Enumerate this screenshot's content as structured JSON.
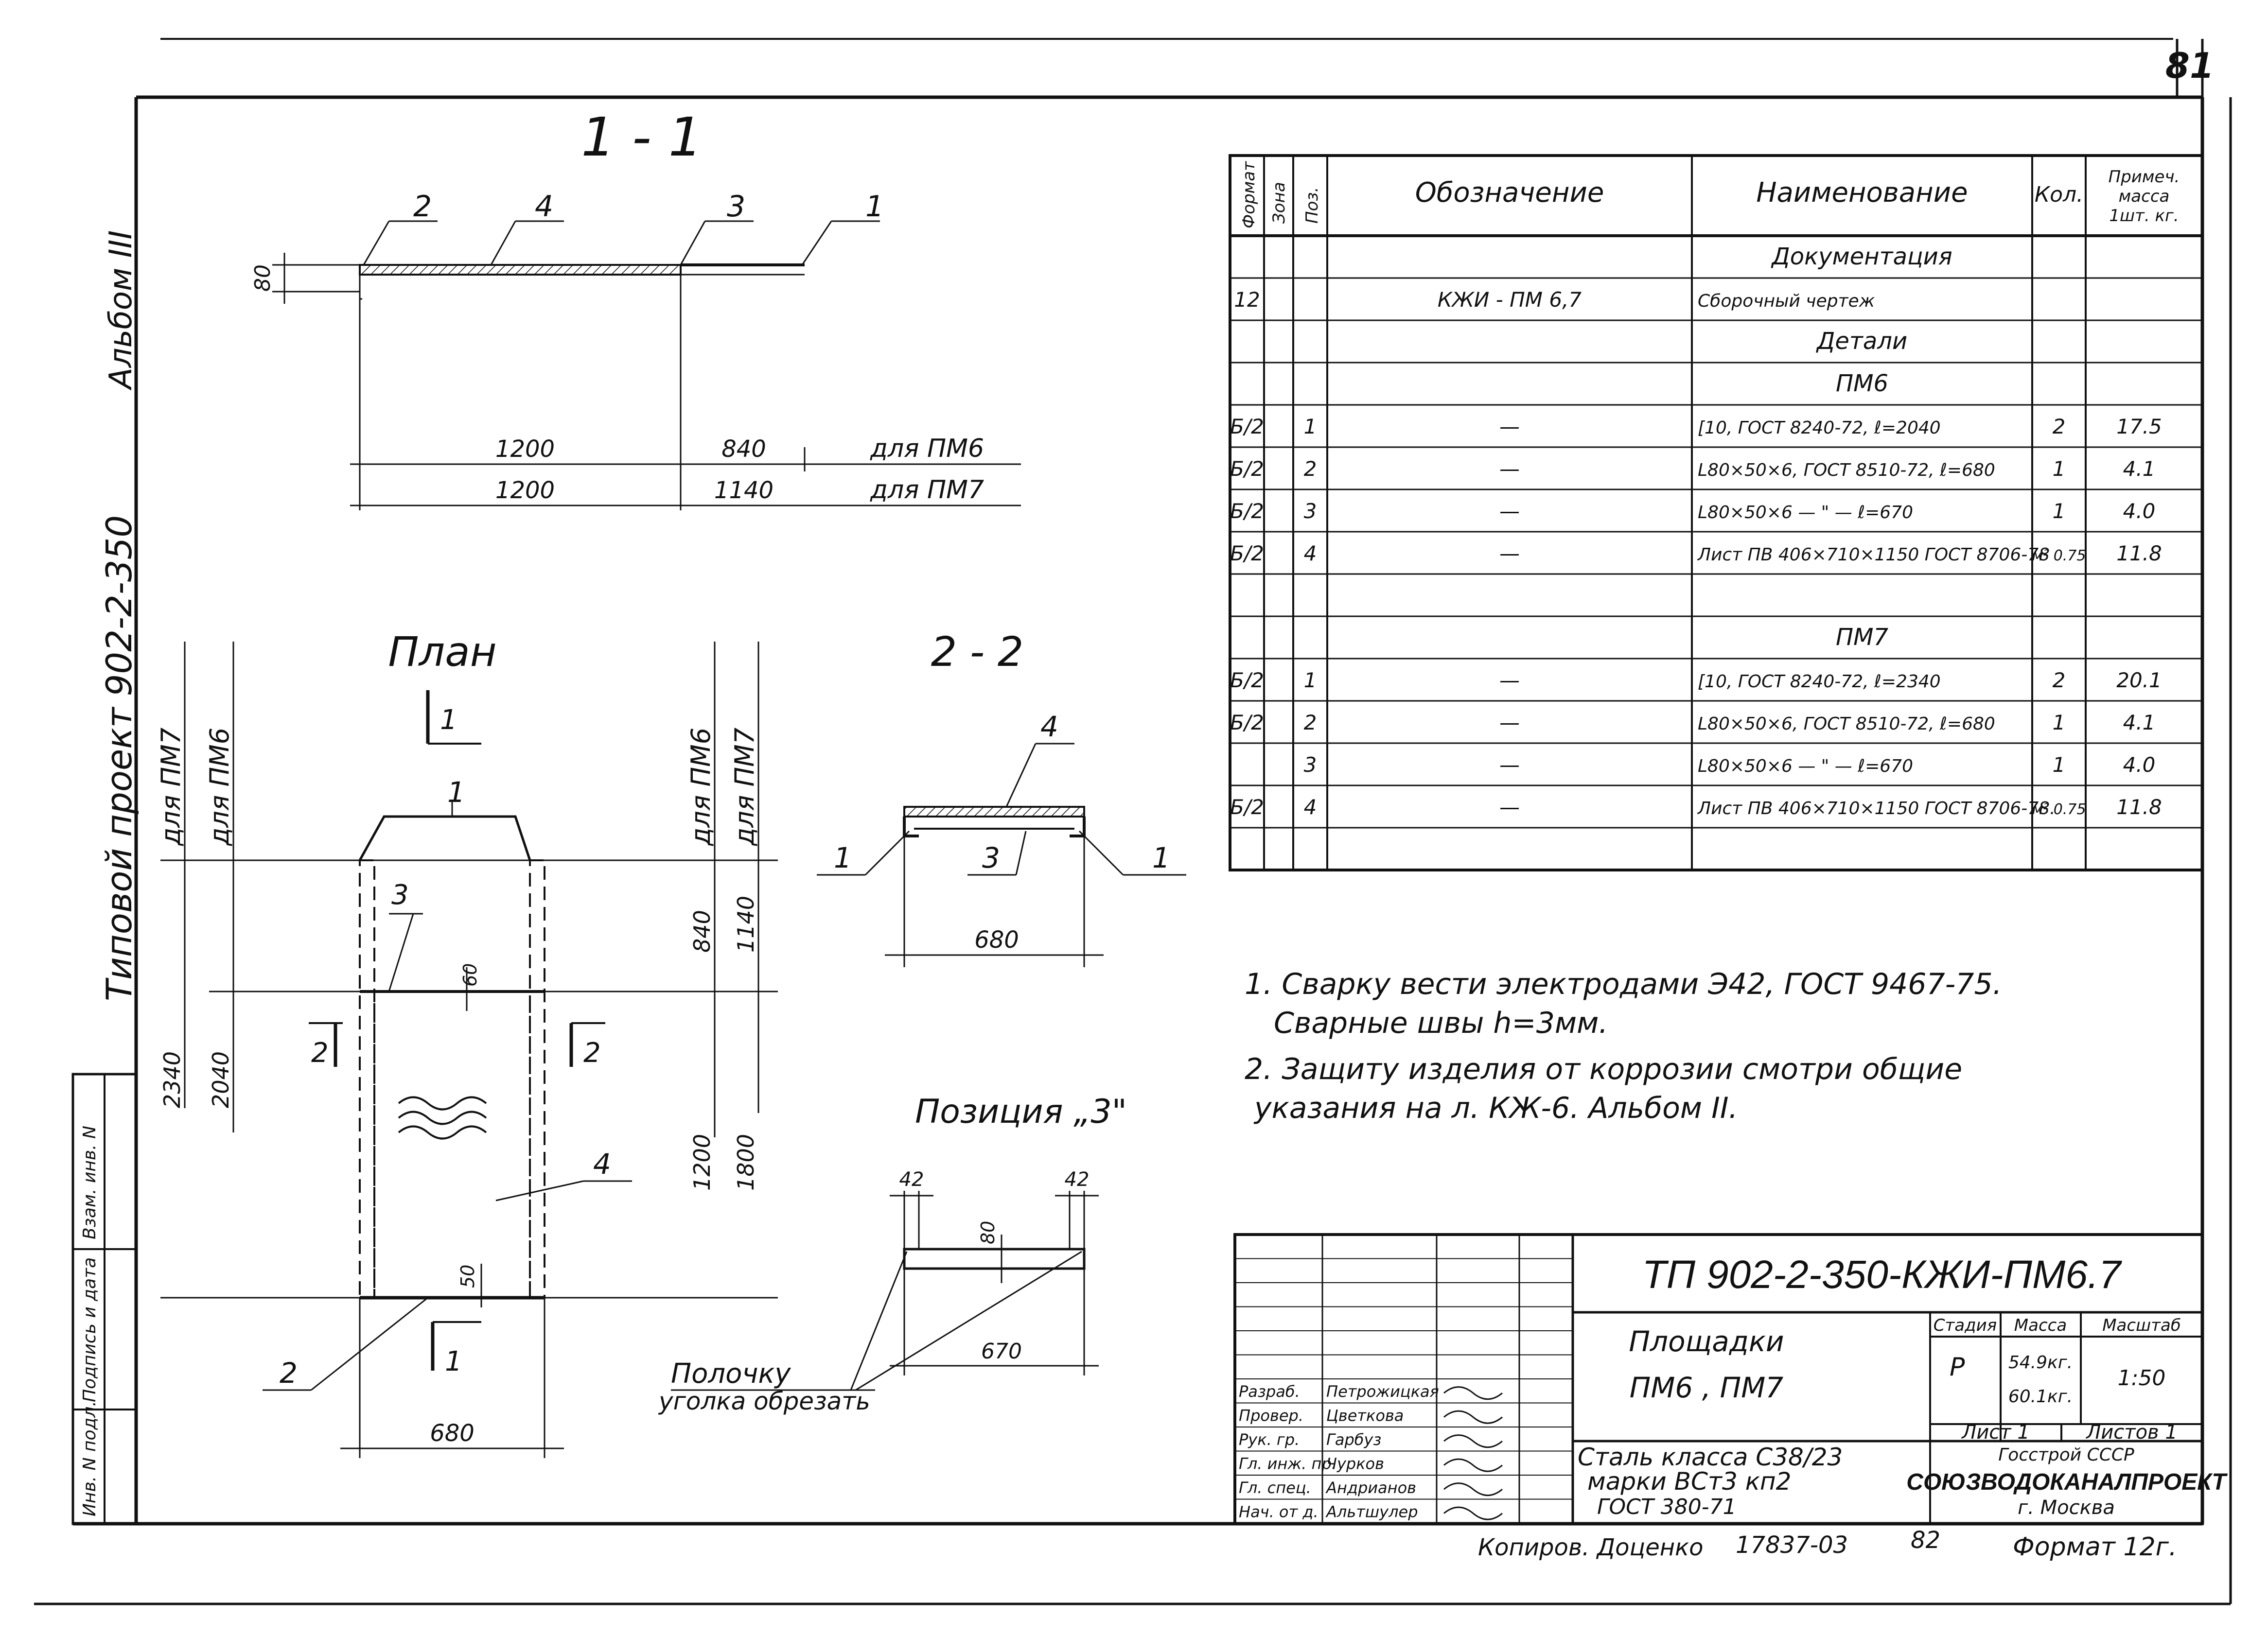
{
  "sheet_number": "81",
  "side_labels": {
    "album": "Альбом III",
    "project": "Типовой проект 902-2-350"
  },
  "views": {
    "section_1_1": {
      "title": "1 - 1",
      "callouts": [
        "2",
        "4",
        "3",
        "1"
      ],
      "height_dim": "80",
      "dim_row1": [
        "1200",
        "840",
        "для ПМ6"
      ],
      "dim_row2": [
        "1200",
        "1140",
        "для ПМ7"
      ]
    },
    "plan": {
      "title": "План",
      "cut_top": "1",
      "cut_bottom": "1",
      "cut_left": "2",
      "cut_right": "2",
      "left_labels": [
        "для ПМ7",
        "для ПМ6"
      ],
      "right_labels": [
        "для ПМ6",
        "для ПМ7"
      ],
      "left_dims": [
        "2340",
        "2040"
      ],
      "right_dims_top": [
        "840",
        "1140"
      ],
      "right_dims_bottom": [
        "1200",
        "1800"
      ],
      "callouts": [
        "1",
        "3",
        "4",
        "2"
      ],
      "small_dims": [
        "60",
        "50"
      ],
      "width_dim": "680"
    },
    "section_2_2": {
      "title": "2 - 2",
      "callouts": [
        "4",
        "1",
        "3",
        "1"
      ],
      "width_dim": "680"
    },
    "position_3": {
      "title": "Позиция „3\"",
      "dims": [
        "42",
        "42",
        "80",
        "670"
      ],
      "note_line1": "Полочку",
      "note_line2": "уголка обрезать"
    }
  },
  "spec_table": {
    "headers": {
      "format": "Формат",
      "zone": "Зона",
      "pos": "Поз.",
      "designation": "Обозначение",
      "name": "Наименование",
      "qty": "Кол.",
      "note": "Примеч. масса 1шт. кг."
    },
    "rows": [
      {
        "format": "",
        "pos": "",
        "designation": "",
        "name": "Документация",
        "qty": "",
        "note": "",
        "heading": true
      },
      {
        "format": "12",
        "pos": "",
        "designation": "КЖИ - ПМ 6,7",
        "name": "Сборочный чертеж",
        "qty": "",
        "note": ""
      },
      {
        "format": "",
        "pos": "",
        "designation": "",
        "name": "Детали",
        "qty": "",
        "note": "",
        "heading": true
      },
      {
        "format": "",
        "pos": "",
        "designation": "",
        "name": "ПМ6",
        "qty": "",
        "note": "",
        "heading": true
      },
      {
        "format": "Б/2",
        "pos": "1",
        "designation": "—",
        "name": "[10, ГОСТ 8240-72, ℓ=2040",
        "qty": "2",
        "note": "17.5"
      },
      {
        "format": "Б/2",
        "pos": "2",
        "designation": "—",
        "name": "L80×50×6, ГОСТ 8510-72, ℓ=680",
        "qty": "1",
        "note": "4.1"
      },
      {
        "format": "Б/2",
        "pos": "3",
        "designation": "—",
        "name": "L80×50×6 — \" — ℓ=670",
        "qty": "1",
        "note": "4.0"
      },
      {
        "format": "Б/2",
        "pos": "4",
        "designation": "—",
        "name": "Лист ПВ 406×710×1150 ГОСТ 8706-78",
        "qty": "м² 0.75",
        "note": "11.8"
      },
      {
        "format": "",
        "pos": "",
        "designation": "",
        "name": "",
        "qty": "",
        "note": ""
      },
      {
        "format": "",
        "pos": "",
        "designation": "",
        "name": "ПМ7",
        "qty": "",
        "note": "",
        "heading": true
      },
      {
        "format": "Б/2",
        "pos": "1",
        "designation": "—",
        "name": "[10, ГОСТ 8240-72, ℓ=2340",
        "qty": "2",
        "note": "20.1"
      },
      {
        "format": "Б/2",
        "pos": "2",
        "designation": "—",
        "name": "L80×50×6, ГОСТ 8510-72, ℓ=680",
        "qty": "1",
        "note": "4.1"
      },
      {
        "format": "",
        "pos": "3",
        "designation": "—",
        "name": "L80×50×6 — \" — ℓ=670",
        "qty": "1",
        "note": "4.0"
      },
      {
        "format": "Б/2",
        "pos": "4",
        "designation": "—",
        "name": "Лист ПВ 406×710×1150 ГОСТ 8706-78.",
        "qty": "м² 0.75",
        "note": "11.8"
      },
      {
        "format": "",
        "pos": "",
        "designation": "",
        "name": "",
        "qty": "",
        "note": ""
      }
    ]
  },
  "notes": {
    "line1": "1. Сварку вести электродами Э42, ГОСТ 9467-75.",
    "line2": "Сварные швы h=3мм.",
    "line3": "2. Защиту изделия от коррозии смотри общие",
    "line4": "указания на л. КЖ-6. Альбом II."
  },
  "title_block": {
    "doc_code": "ТП 902-2-350-КЖИ-ПМ6.7",
    "title_line1": "Площадки",
    "title_line2": "ПМ6 , ПМ7",
    "material_line1": "Сталь класса С38/23",
    "material_line2": "марки ВСт3 кп2",
    "material_line3": "ГОСТ 380-71",
    "stage_label": "Стадия",
    "mass_label": "Масса",
    "scale_label": "Масштаб",
    "stage": "Р",
    "mass1": "54.9кг.",
    "mass2": "60.1кг.",
    "scale": "1:50",
    "sheet_label": "Лист 1",
    "sheets_label": "Листов 1",
    "org_line1": "Госстрой СССР",
    "org_line2": "СОЮЗВОДОКАНАЛПРОЕКТ",
    "org_line3": "г. Москва",
    "signatures": [
      {
        "role": "Разраб.",
        "name": "Петрожицкая"
      },
      {
        "role": "Провер.",
        "name": "Цветкова"
      },
      {
        "role": "Рук. гр.",
        "name": "Гарбуз"
      },
      {
        "role": "Гл. инж. пр.",
        "name": "Чурков"
      },
      {
        "role": "Гл. спец.",
        "name": "Андрианов"
      },
      {
        "role": "Нач. от д.",
        "name": "Альтшулер"
      }
    ]
  },
  "left_stamp": [
    "Инв. N подл.",
    "Подпись и дата",
    "Взам. инв. N"
  ],
  "footer": {
    "copied": "Копиров. Доценко",
    "order": "17837-03",
    "year": "82",
    "format": "Формат 12г."
  }
}
